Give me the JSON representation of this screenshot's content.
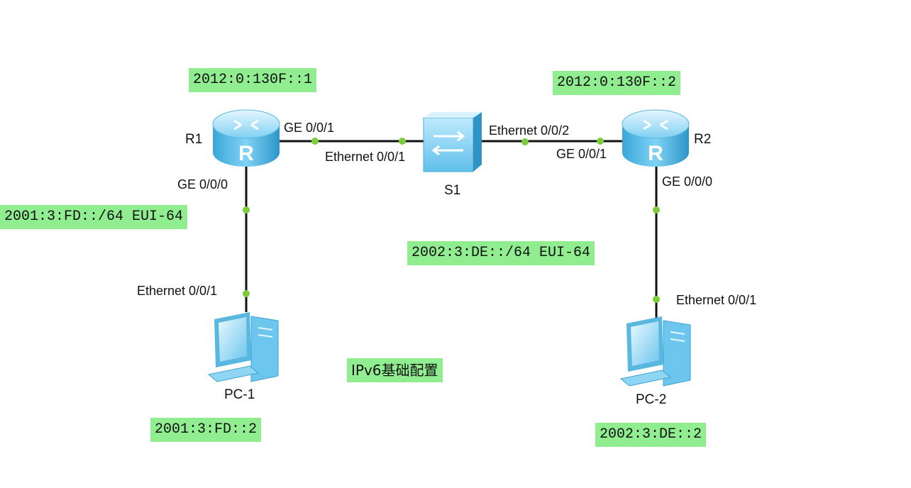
{
  "title": "IPv6基础配置",
  "devices": {
    "r1": "R1",
    "r2": "R2",
    "s1": "S1",
    "pc1": "PC-1",
    "pc2": "PC-2"
  },
  "interfaces": {
    "r1_ge001": "GE 0/0/1",
    "r1_ge000": "GE 0/0/0",
    "s1_eth001": "Ethernet 0/0/1",
    "s1_eth002": "Ethernet 0/0/2",
    "r2_ge001": "GE 0/0/1",
    "r2_ge000": "GE 0/0/0",
    "pc1_eth001": "Ethernet 0/0/1",
    "pc2_eth001": "Ethernet 0/0/1"
  },
  "addresses": {
    "r1_link": "2012:0:130F::1",
    "r2_link": "2012:0:130F::2",
    "lan1_prefix": "2001:3:FD::/64 EUI-64",
    "lan2_prefix": "2002:3:DE::/64 EUI-64",
    "pc1_addr": "2001:3:FD::2",
    "pc2_addr": "2002:3:DE::2"
  },
  "colors": {
    "label_bg": "#90ee90",
    "port_dot": "#7ccd3c",
    "link": "#111111",
    "device": "#3fa9d9"
  }
}
